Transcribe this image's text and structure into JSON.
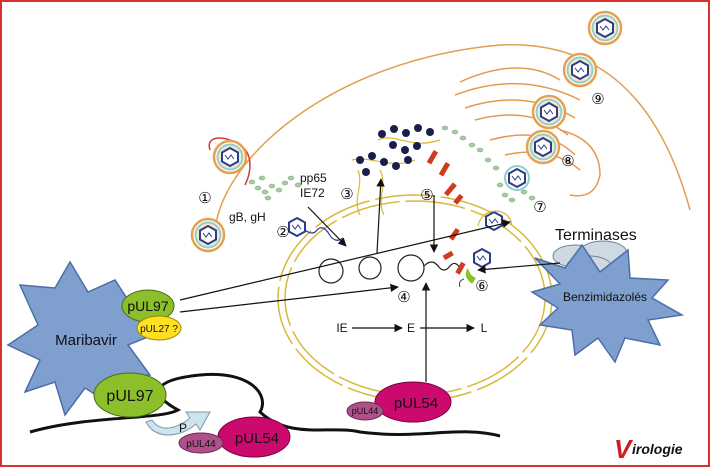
{
  "labels": {
    "gb_gh": "gB, gH",
    "pp65": "pp65",
    "ie72": "IE72",
    "terminases": "Terminases",
    "maribavir": "Maribavir",
    "benzimidazoles": "Benzimidazolés",
    "pul97_top": "pUL97",
    "pul27": "pUL27 ?",
    "pul97_bottom": "pUL97",
    "p_phospho": "P",
    "pul44_bottom": "pUL44",
    "pul54_bottom": "pUL54",
    "pul44_mid": "pUL44",
    "pul54_mid": "pUL54",
    "ie": "IE",
    "e": "E",
    "l": "L",
    "logo": "Virologie"
  },
  "steps": [
    "①",
    "②",
    "③",
    "④",
    "⑤",
    "⑥",
    "⑦",
    "⑧",
    "⑨"
  ],
  "colors": {
    "frame": "#d93030",
    "cell_membrane": "#e0a050",
    "nuclear_envelope": "#d8b838",
    "drug_star": "#7f9fcf",
    "pul97": "#8cbf2a",
    "pul27": "#ffe020",
    "pul54": "#cc0a6e",
    "pul44": "#b0508a",
    "logo_red": "#cc1f1f"
  }
}
